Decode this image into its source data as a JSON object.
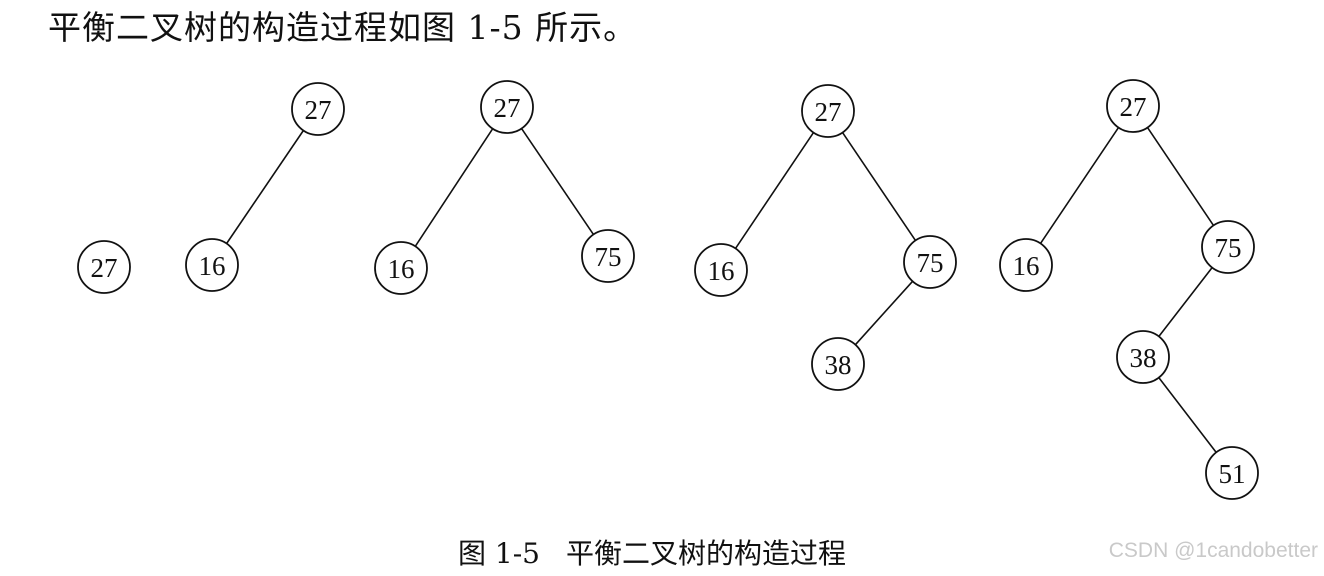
{
  "intro_text": "平衡二叉树的构造过程如图 1-5 所示。",
  "caption": {
    "figure_number": "图 1-5",
    "title": "平衡二叉树的构造过程"
  },
  "watermark": "CSDN @1candobetter",
  "trees": [
    {
      "step": 1,
      "nodes": [
        {
          "id": "a",
          "label": "27"
        }
      ],
      "edges": []
    },
    {
      "step": 2,
      "nodes": [
        {
          "id": "a",
          "label": "27"
        },
        {
          "id": "b",
          "label": "16"
        }
      ],
      "edges": [
        [
          "a",
          "b"
        ]
      ]
    },
    {
      "step": 3,
      "nodes": [
        {
          "id": "a",
          "label": "27"
        },
        {
          "id": "b",
          "label": "16"
        },
        {
          "id": "c",
          "label": "75"
        }
      ],
      "edges": [
        [
          "a",
          "b"
        ],
        [
          "a",
          "c"
        ]
      ]
    },
    {
      "step": 4,
      "nodes": [
        {
          "id": "a",
          "label": "27"
        },
        {
          "id": "b",
          "label": "16"
        },
        {
          "id": "c",
          "label": "75"
        },
        {
          "id": "d",
          "label": "38"
        }
      ],
      "edges": [
        [
          "a",
          "b"
        ],
        [
          "a",
          "c"
        ],
        [
          "c",
          "d"
        ]
      ]
    },
    {
      "step": 5,
      "nodes": [
        {
          "id": "a",
          "label": "27"
        },
        {
          "id": "b",
          "label": "16"
        },
        {
          "id": "c",
          "label": "75"
        },
        {
          "id": "d",
          "label": "38"
        },
        {
          "id": "e",
          "label": "51"
        }
      ],
      "edges": [
        [
          "a",
          "b"
        ],
        [
          "a",
          "c"
        ],
        [
          "c",
          "d"
        ],
        [
          "d",
          "e"
        ]
      ]
    }
  ]
}
